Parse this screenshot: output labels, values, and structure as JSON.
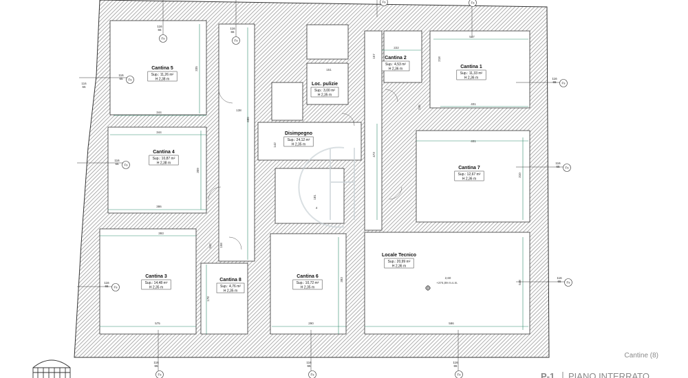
{
  "rooms": [
    {
      "name": "Cantina 5",
      "area": "Sup.: 11,26 m²",
      "height": "H 2,38 m"
    },
    {
      "name": "Cantina 4",
      "area": "Sup.: 10,87 m²",
      "height": "H 2,38 m"
    },
    {
      "name": "Cantina 3",
      "area": "Sup.: 14,48 m²",
      "height": "H 2,35 m"
    },
    {
      "name": "Cantina 8",
      "area": "Sup.: 4,76 m²",
      "height": "H 2,35 m"
    },
    {
      "name": "Cantina 6",
      "area": "Sup.: 10,72 m²",
      "height": "H 2,35 m"
    },
    {
      "name": "Loc. pulizie",
      "area": "Sup.: 3,00 m²",
      "height": "H 2,35 m"
    },
    {
      "name": "Disimpegno",
      "area": "Sup.: 24,12 m²",
      "height": "H 2,35 m"
    },
    {
      "name": "Cantina 2",
      "area": "Sup.: 4,53 m²",
      "height": "H 2,36 m"
    },
    {
      "name": "Cantina 1",
      "area": "Sup.: 11,33 m²",
      "height": "H 2,36 m"
    },
    {
      "name": "Cantina 7",
      "area": "Sup.: 12,67 m²",
      "height": "H 2,36 m"
    },
    {
      "name": "Locale Tecnico",
      "area": "Sup.: 20,99 m²",
      "height": "H 2,36 m"
    }
  ],
  "dims": [
    "344",
    "335",
    "344",
    "309",
    "386",
    "393",
    "342",
    "575",
    "158",
    "138",
    "680",
    "151",
    "142",
    "181",
    "383",
    "290",
    "222",
    "157",
    "547",
    "218",
    "401",
    "401",
    "310",
    "473",
    "586",
    "548",
    "4",
    "2,60",
    "178",
    "116",
    "65",
    "245"
  ],
  "elevation": "+274,09 m.s.m.",
  "fs_label": "Fs",
  "window_dims": {
    "width": "116",
    "height": "65"
  },
  "footer": {
    "caption": "Cantine (8)",
    "level": "P-1",
    "title": "PIANO INTERRATO"
  },
  "colors": {
    "wall_hatch": "#9a9a9a",
    "dim_line": "#2f8a6c",
    "outline": "#333333"
  }
}
